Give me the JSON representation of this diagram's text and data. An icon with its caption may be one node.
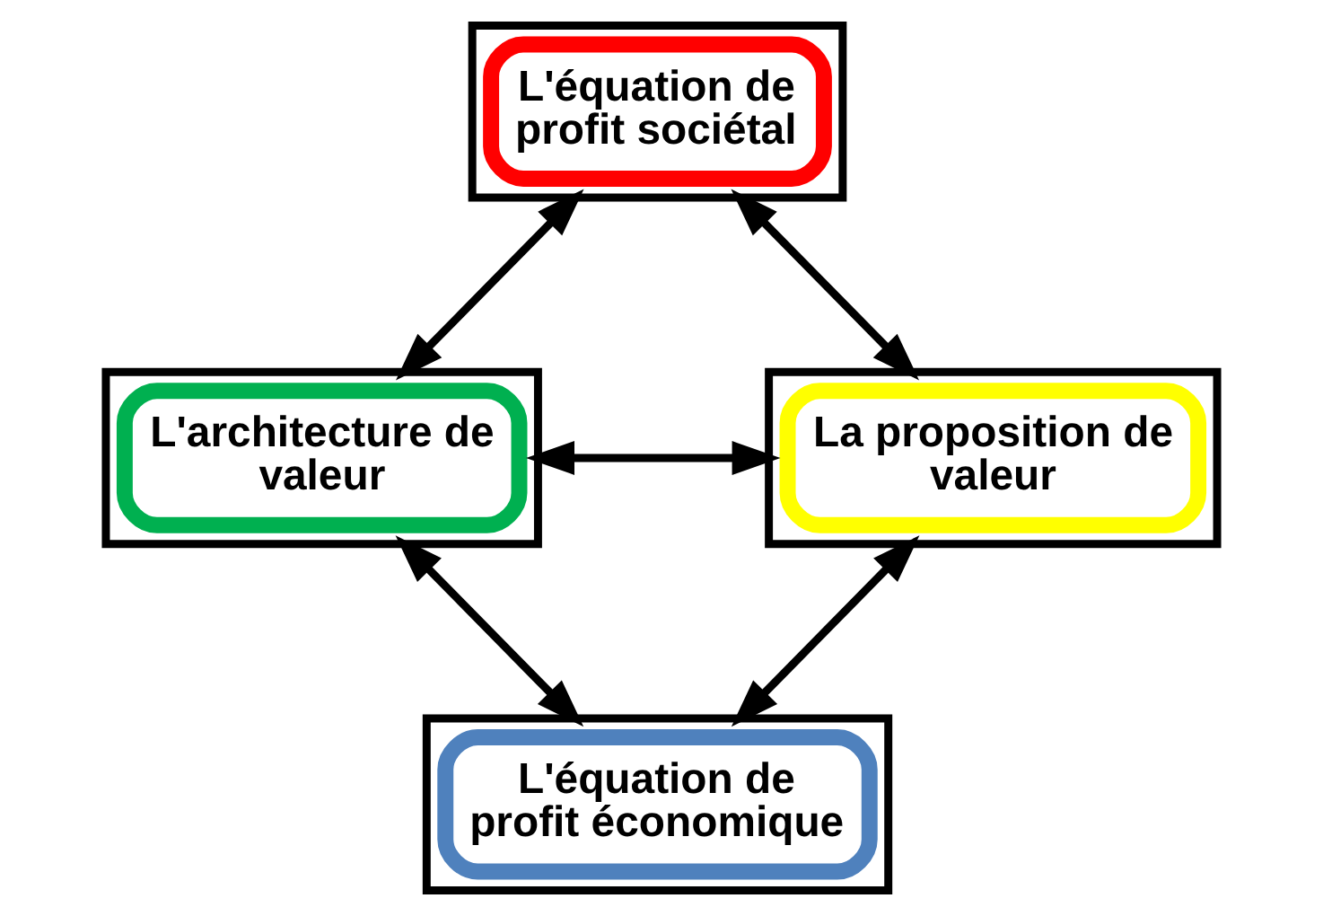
{
  "diagram": {
    "nodes": [
      {
        "text": [
          "L'équation de profit sociétal"
        ]
      },
      {
        "text": [
          "L'architecture de valeur"
        ]
      },
      {
        "text": [
          "La proposition de valeur"
        ]
      },
      {
        "text": [
          "L'équation de profit économique"
        ]
      }
    ],
    "edges": [
      {
        "from": 0,
        "to": 1,
        "arrow": "both"
      },
      {
        "from": 0,
        "to": 2,
        "arrow": "both"
      },
      {
        "from": 1,
        "to": 2,
        "arrow": "both"
      },
      {
        "from": 1,
        "to": 3,
        "arrow": "both"
      },
      {
        "from": 2,
        "to": 3,
        "arrow": "both"
      }
    ]
  }
}
